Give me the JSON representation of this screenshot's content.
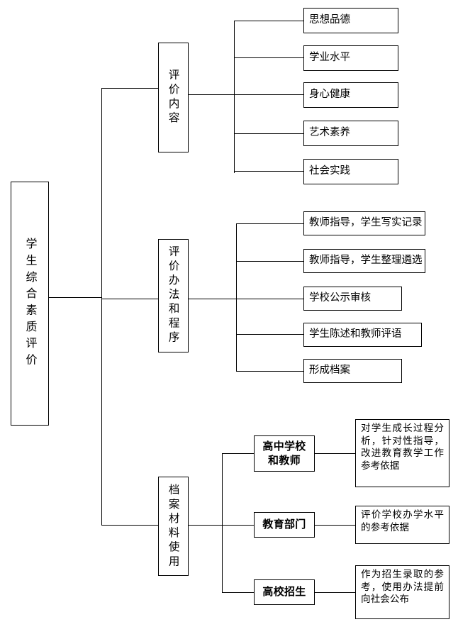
{
  "diagram": {
    "title": "学生综合素质评价",
    "root": {
      "label": "学生综合素质评价"
    },
    "branches": [
      {
        "label": "评价内容",
        "leaves": [
          {
            "label": "思想品德"
          },
          {
            "label": "学业水平"
          },
          {
            "label": "身心健康"
          },
          {
            "label": "艺术素养"
          },
          {
            "label": "社会实践"
          }
        ]
      },
      {
        "label": "评价办法和程序",
        "leaves": [
          {
            "label": "教师指导，学生写实记录"
          },
          {
            "label": "教师指导，学生整理遴选"
          },
          {
            "label": "学校公示审核"
          },
          {
            "label": "学生陈述和教师评语"
          },
          {
            "label": "形成档案"
          }
        ]
      },
      {
        "label": "档案材料使用",
        "users": [
          {
            "actor": "高中学校和教师",
            "purpose": "对学生成长过程分析，针对性指导，改进教育教学工作参考依据"
          },
          {
            "actor": "教育部门",
            "purpose": "评价学校办学水平的参考依据"
          },
          {
            "actor": "高校招生",
            "purpose": "作为招生录取的参考，使用办法提前向社会公布"
          }
        ]
      }
    ],
    "colors": {
      "line": "#000000",
      "background": "#ffffff",
      "text": "#000000"
    }
  }
}
